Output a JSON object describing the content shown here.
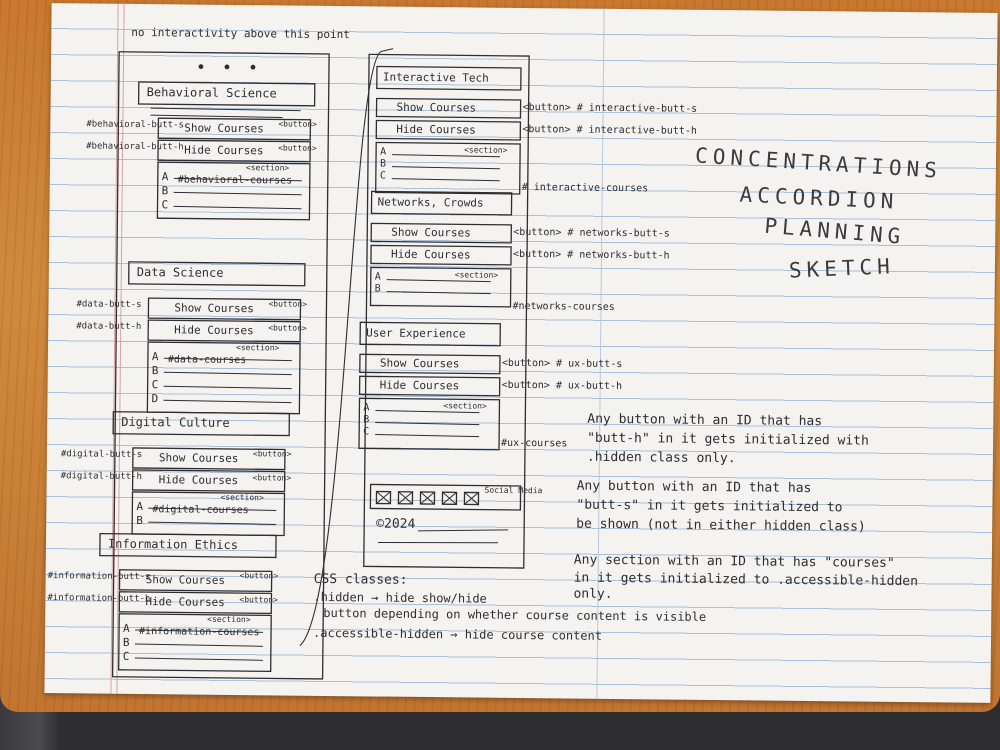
{
  "top_note": "no interactivity above this point",
  "title": {
    "line1": "CONCENTRATIONS",
    "line2": "ACCORDION",
    "line3": "PLANNING",
    "line4": "SKETCH"
  },
  "left_column": [
    {
      "heading": "Behavioral Science",
      "show": "Show Courses",
      "hide": "Hide Courses",
      "show_tag": "<button>",
      "hide_tag": "<button>",
      "section_tag": "<section>",
      "section_id": "#behavioral-courses",
      "id_show": "#behavioral-butt-s",
      "id_hide": "#behavioral-butt-h",
      "items": [
        "A",
        "B",
        "C"
      ]
    },
    {
      "heading": "Data Science",
      "show": "Show Courses",
      "hide": "Hide Courses",
      "show_tag": "<button>",
      "hide_tag": "<button>",
      "section_tag": "<section>",
      "section_id": "#data-courses",
      "id_show": "#data-butt-s",
      "id_hide": "#data-butt-h",
      "items": [
        "A",
        "B",
        "C",
        "D"
      ]
    },
    {
      "heading": "Digital Culture",
      "show": "Show Courses",
      "hide": "Hide Courses",
      "show_tag": "<button>",
      "hide_tag": "<button>",
      "section_tag": "<section>",
      "section_id": "#digital-courses",
      "id_show": "#digital-butt-s",
      "id_hide": "#digital-butt-h",
      "items": [
        "A",
        "B"
      ]
    },
    {
      "heading": "Information Ethics",
      "show": "Show Courses",
      "hide": "Hide Courses",
      "show_tag": "<button>",
      "hide_tag": "<button>",
      "section_tag": "<section>",
      "section_id": "#information-courses",
      "id_show": "#information-butt-s",
      "id_hide": "#information-butt-h",
      "items": [
        "A",
        "B",
        "C"
      ]
    }
  ],
  "right_column": [
    {
      "heading": "Interactive Tech",
      "show": "Show Courses",
      "hide": "Hide Courses",
      "show_note": "<button> # interactive-butt-s",
      "hide_note": "<button> # interactive-butt-h",
      "section_tag": "<section>",
      "section_id": "# interactive-courses",
      "items": [
        "A",
        "B",
        "C"
      ]
    },
    {
      "heading": "Networks, Crowds",
      "show": "Show Courses",
      "hide": "Hide Courses",
      "show_note": "<button> # networks-butt-s",
      "hide_note": "<button> # networks-butt-h",
      "section_tag": "<section>",
      "section_id": "#networks-courses",
      "items": [
        "A",
        "B"
      ]
    },
    {
      "heading": "User Experience",
      "show": "Show Courses",
      "hide": "Hide Courses",
      "show_note": "<button> # ux-butt-s",
      "hide_note": "<button> # ux-butt-h",
      "section_tag": "<section>",
      "section_id": "#ux-courses",
      "items": [
        "A",
        "B",
        "C"
      ]
    }
  ],
  "footer": {
    "social": "Social Media",
    "copyright": "©2024"
  },
  "notes": [
    "Any button with an ID that has",
    "\"butt-h\" in it gets initialized with",
    ".hidden class only.",
    "Any button with an ID that has",
    "\"butt-s\" in it gets initialized to",
    "be shown (not in either hidden class)",
    "Any section with an ID that has \"courses\"",
    "in it gets initialized to .accessible-hidden",
    "only."
  ],
  "css": {
    "heading": "CSS classes:",
    "line1": ".hidden → hide show/hide",
    "line2": "button depending on whether course content is visible",
    "line3": ".accessible-hidden → hide course content"
  },
  "colors": {
    "ink": "#2d2d34",
    "paper": "#f4f3ef",
    "rule": "#a9bfd8",
    "margin": "#d7a3a3",
    "desk": "#c9782f"
  }
}
